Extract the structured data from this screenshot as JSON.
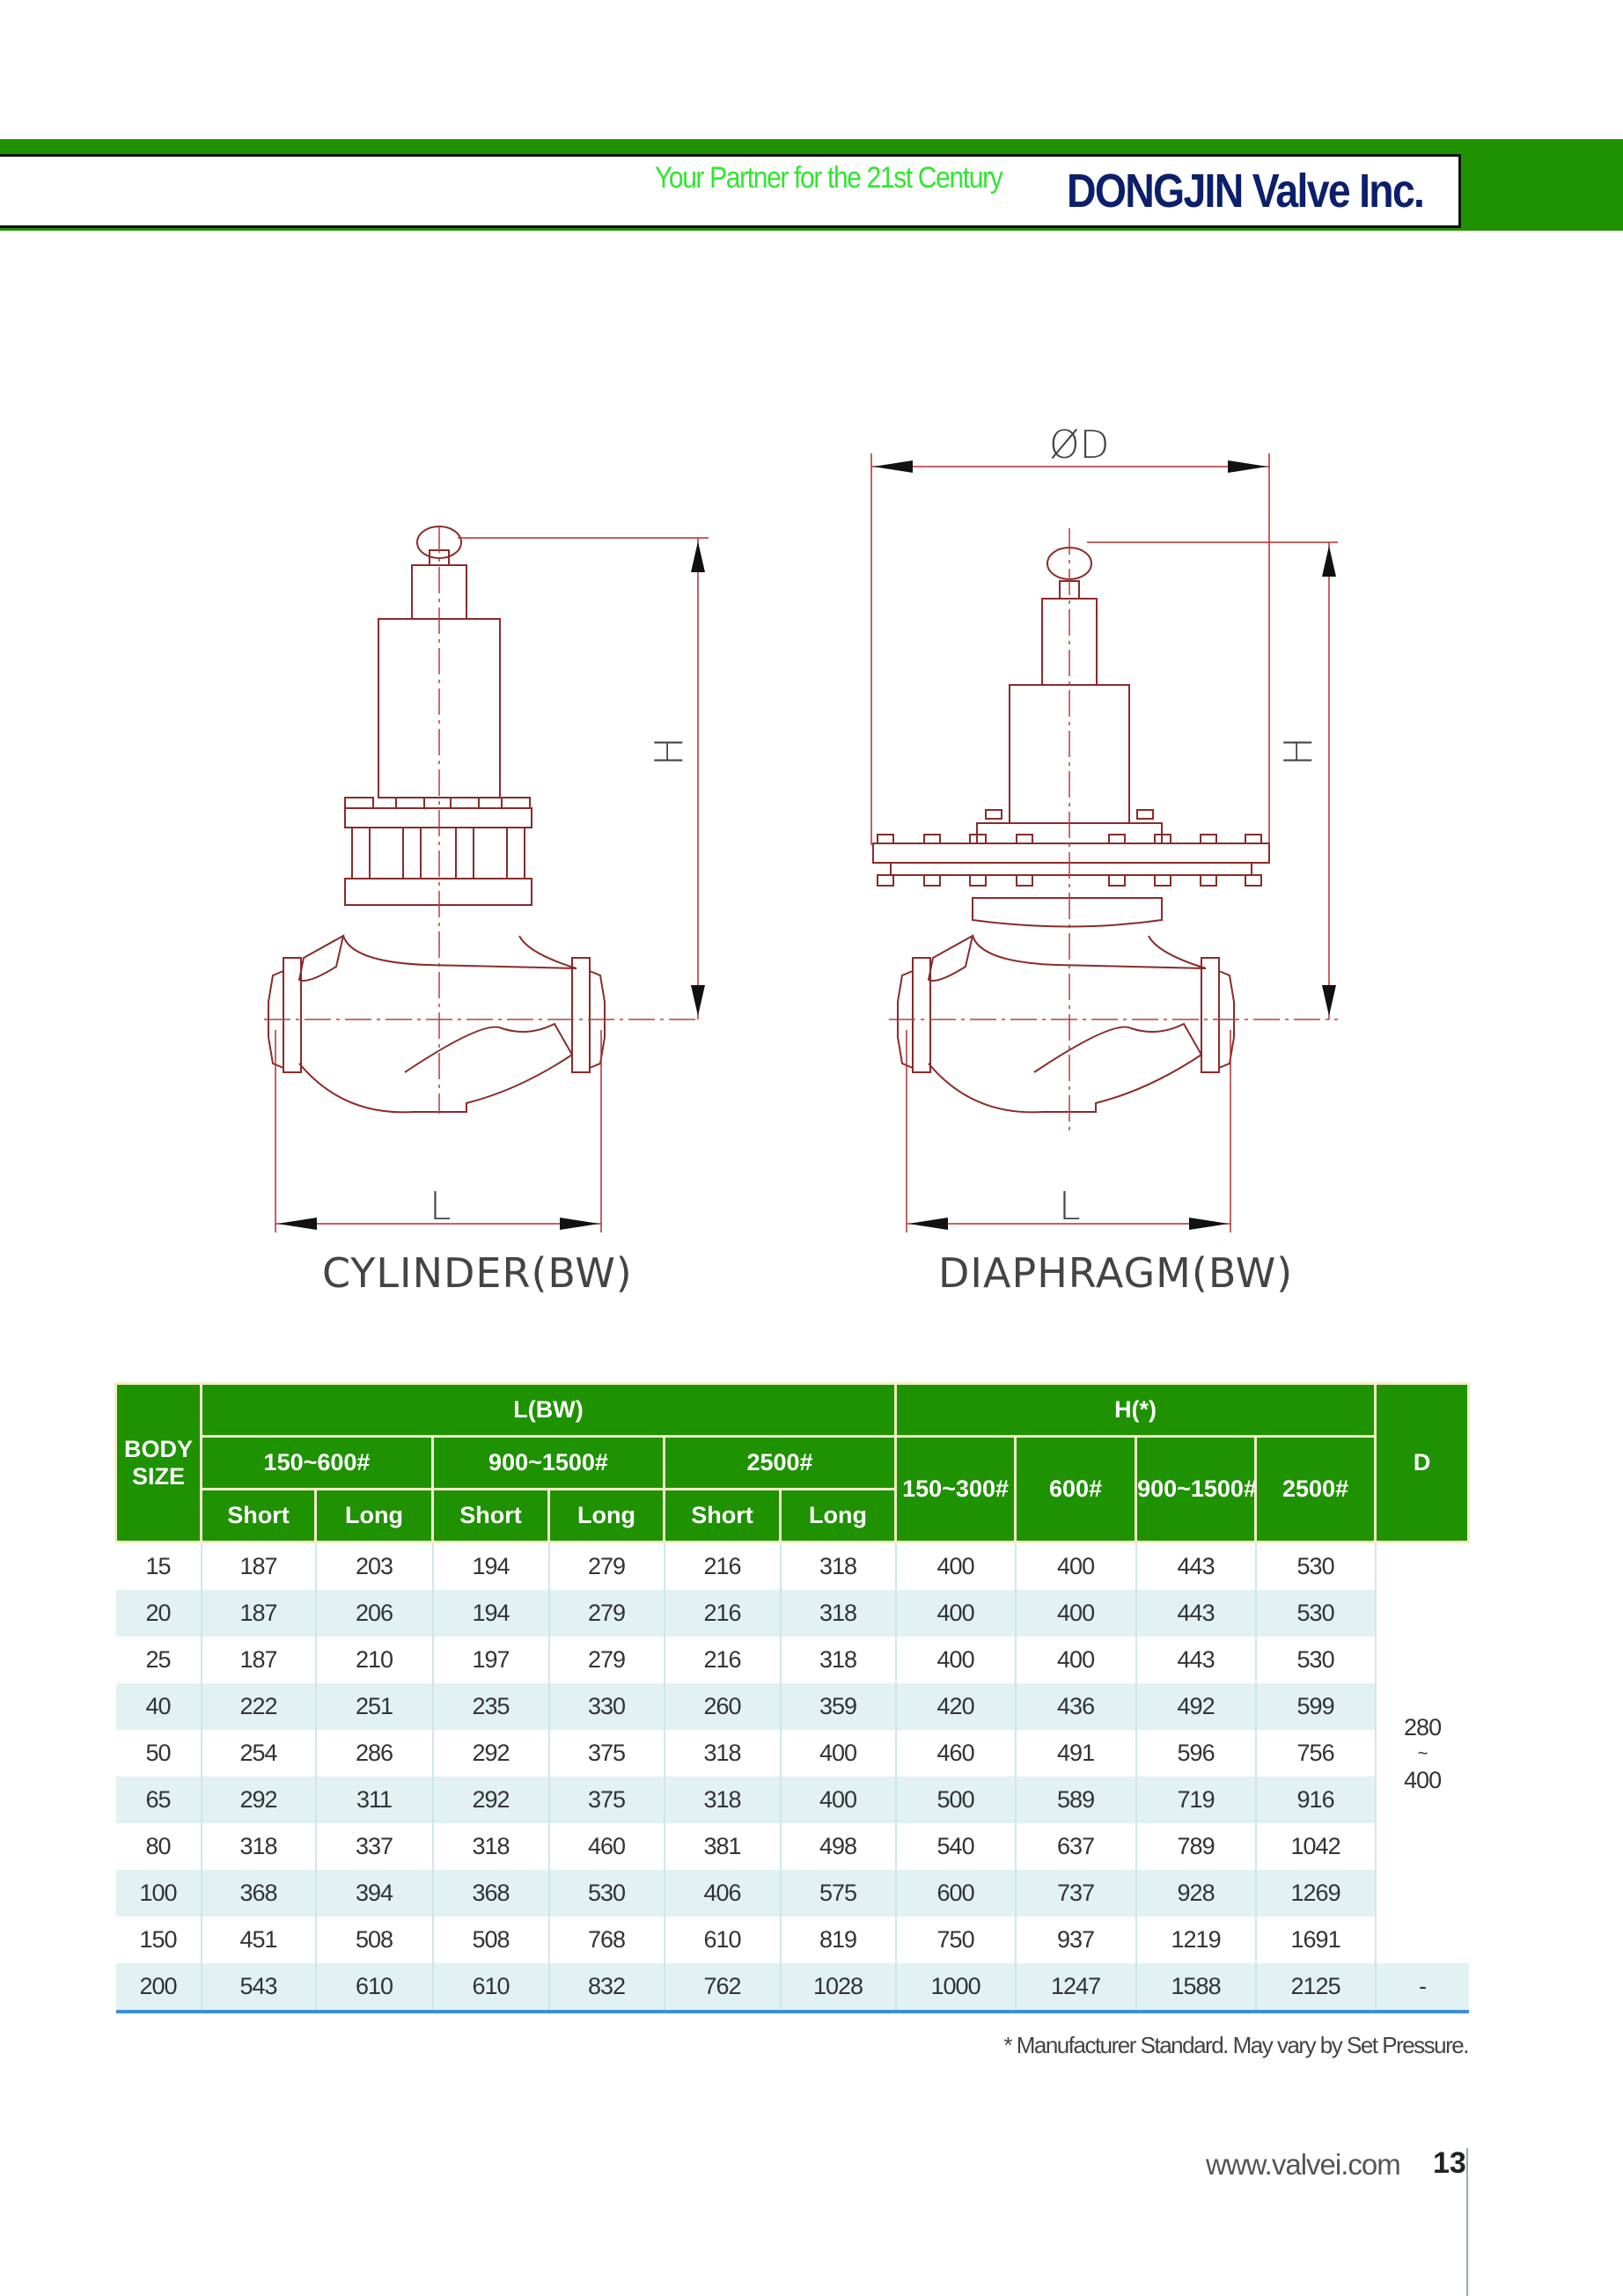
{
  "header": {
    "tagline": "Your Partner for the 21st Century",
    "brand": "DONGJIN Valve Inc.",
    "brand_color": "#0c1f6b",
    "accent_color": "#1e9200"
  },
  "drawings": {
    "cylinder": {
      "caption": "CYLINDER(BW)",
      "height_label": "H",
      "length_label": "L"
    },
    "diaphragm": {
      "caption": "DIAPHRAGM(BW)",
      "height_label": "H",
      "length_label": "L",
      "diameter_label": "ØD"
    }
  },
  "table": {
    "body_size_label": "BODY SIZE",
    "l_group": "L(BW)",
    "h_group": "H(*)",
    "d_label": "D",
    "l_classes": [
      "150~600#",
      "900~1500#",
      "2500#"
    ],
    "short": "Short",
    "long": "Long",
    "h_classes": [
      "150~300#",
      "600#",
      "900~1500#",
      "2500#"
    ],
    "d_range": {
      "from": "280",
      "sep": "~",
      "to": "400"
    },
    "d_last": "-",
    "rows": [
      [
        "15",
        "187",
        "203",
        "194",
        "279",
        "216",
        "318",
        "400",
        "400",
        "443",
        "530"
      ],
      [
        "20",
        "187",
        "206",
        "194",
        "279",
        "216",
        "318",
        "400",
        "400",
        "443",
        "530"
      ],
      [
        "25",
        "187",
        "210",
        "197",
        "279",
        "216",
        "318",
        "400",
        "400",
        "443",
        "530"
      ],
      [
        "40",
        "222",
        "251",
        "235",
        "330",
        "260",
        "359",
        "420",
        "436",
        "492",
        "599"
      ],
      [
        "50",
        "254",
        "286",
        "292",
        "375",
        "318",
        "400",
        "460",
        "491",
        "596",
        "756"
      ],
      [
        "65",
        "292",
        "311",
        "292",
        "375",
        "318",
        "400",
        "500",
        "589",
        "719",
        "916"
      ],
      [
        "80",
        "318",
        "337",
        "318",
        "460",
        "381",
        "498",
        "540",
        "637",
        "789",
        "1042"
      ],
      [
        "100",
        "368",
        "394",
        "368",
        "530",
        "406",
        "575",
        "600",
        "737",
        "928",
        "1269"
      ],
      [
        "150",
        "451",
        "508",
        "508",
        "768",
        "610",
        "819",
        "750",
        "937",
        "1219",
        "1691"
      ],
      [
        "200",
        "543",
        "610",
        "610",
        "832",
        "762",
        "1028",
        "1000",
        "1247",
        "1588",
        "2125"
      ]
    ]
  },
  "footnote": "* Manufacturer Standard. May vary by Set Pressure.",
  "footer": {
    "url": "www.valvei.com",
    "page": "13"
  }
}
